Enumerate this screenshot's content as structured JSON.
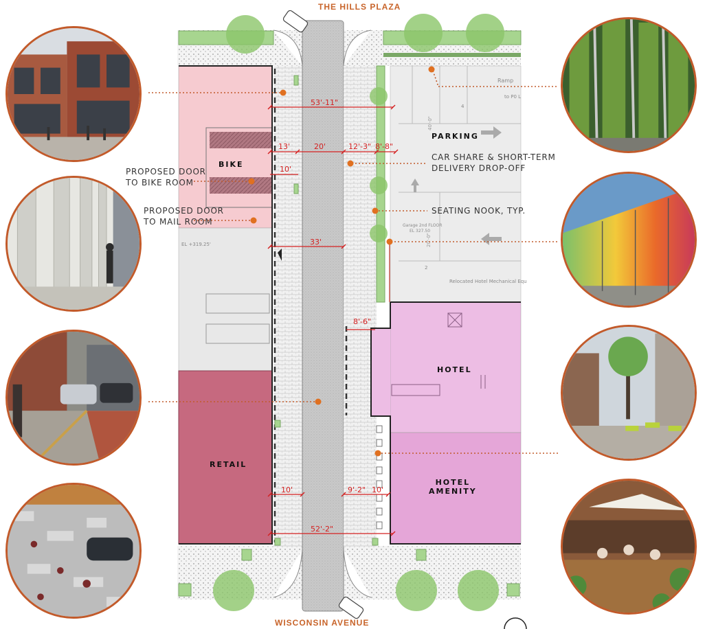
{
  "streets": {
    "north": "THE HILLS PLAZA",
    "south": "WISCONSIN AVENUE"
  },
  "rooms": {
    "bike": "BIKE",
    "parking": "PARKING",
    "hotel": "HOTEL",
    "hotel_amenity_line1": "HOTEL",
    "hotel_amenity_line2": "AMENITY",
    "retail": "RETAIL"
  },
  "callouts": {
    "bike_door_line1": "PROPOSED DOOR",
    "bike_door_line2": "TO BIKE ROOM",
    "mail_door_line1": "PROPOSED DOOR",
    "mail_door_line2": "TO MAIL ROOM",
    "car_share_line1": "CAR SHARE & SHORT-TERM",
    "car_share_line2": "DELIVERY DROP-OFF",
    "seating": "SEATING NOOK, TYP."
  },
  "dimensions": {
    "d1": "53'-11\"",
    "d2": "13'",
    "d3": "20'",
    "d4": "12'-3\"",
    "d5": "8'-8\"",
    "d6": "10'",
    "d7": "33'",
    "d8": "8'-6\"",
    "d9": "10'",
    "d10": "9'-2\"",
    "d11": "10'",
    "d12": "52'-2\""
  },
  "plan_notes": {
    "ramp": "Ramp",
    "to_p0": "to P0 L",
    "elev_left": "EL +319.25'",
    "garage": "Garage 2nd FLOOR",
    "garage_el": "EL 327.50",
    "mech": "Relocated Hotel Mechanical Equ",
    "num4": "4",
    "num2": "2",
    "dim_40": "40'-0\"",
    "dim_200": "20'-0\""
  },
  "colors": {
    "accent": "#c25a2a",
    "dimension": "#d42020",
    "bike_zone": "#f6cbd0",
    "retail_zone": "#c6697f",
    "hotel_zone": "#edbde4",
    "amenity_zone": "#e5a6d8",
    "planting": "#a7d58f"
  }
}
